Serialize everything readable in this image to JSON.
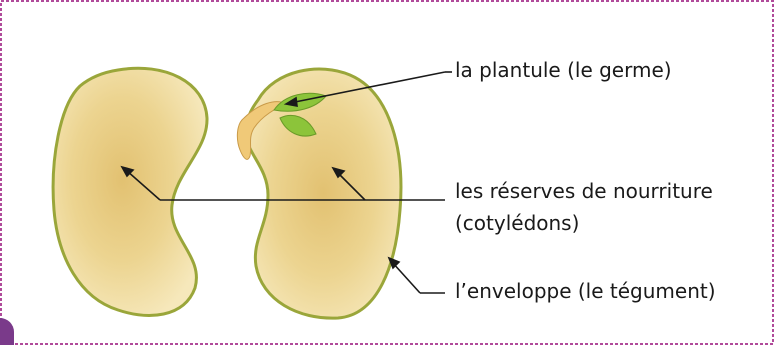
{
  "diagram": {
    "labels": {
      "plantule": "la plantule (le germe)",
      "reserves_line1": "les réserves de nourriture",
      "reserves_line2": "(cotylédons)",
      "enveloppe": "l’enveloppe (le tégument)"
    },
    "colors": {
      "frame": "#b04a9a",
      "seed_fill": "#f1dfa3",
      "seed_core": "#e2c171",
      "seed_outline": "#9aa63a",
      "germ_root": "#f0c978",
      "germ_leaf": "#8cc43a",
      "leader_line": "#1a1a1a"
    }
  }
}
